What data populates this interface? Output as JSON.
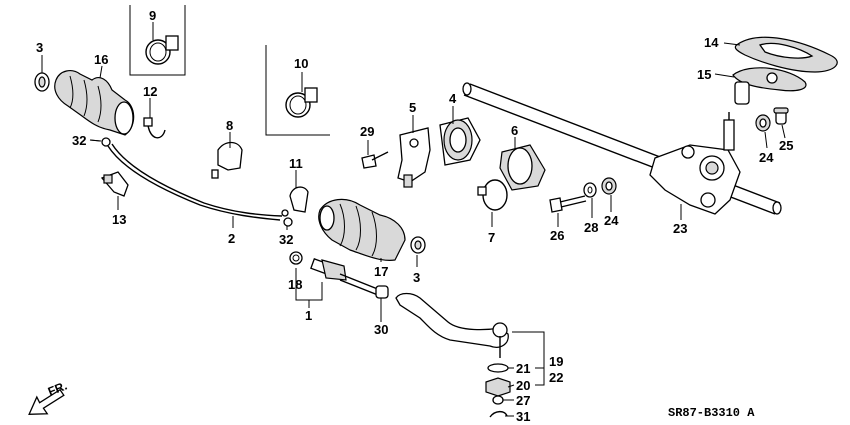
{
  "callouts": {
    "c1": "1",
    "c2": "2",
    "c3a": "3",
    "c3b": "3",
    "c4": "4",
    "c5": "5",
    "c6": "6",
    "c7": "7",
    "c8": "8",
    "c9": "9",
    "c10": "10",
    "c11": "11",
    "c12": "12",
    "c13": "13",
    "c14": "14",
    "c15": "15",
    "c16": "16",
    "c17": "17",
    "c18": "18",
    "c19": "19",
    "c20": "20",
    "c21": "21",
    "c22": "22",
    "c23": "23",
    "c24a": "24",
    "c24b": "24",
    "c25": "25",
    "c26": "26",
    "c27": "27",
    "c28": "28",
    "c29": "29",
    "c30": "30",
    "c31": "31",
    "c32a": "32",
    "c32b": "32"
  },
  "direction_label": "FR.",
  "diagram_code": "SR87-B3310 A"
}
